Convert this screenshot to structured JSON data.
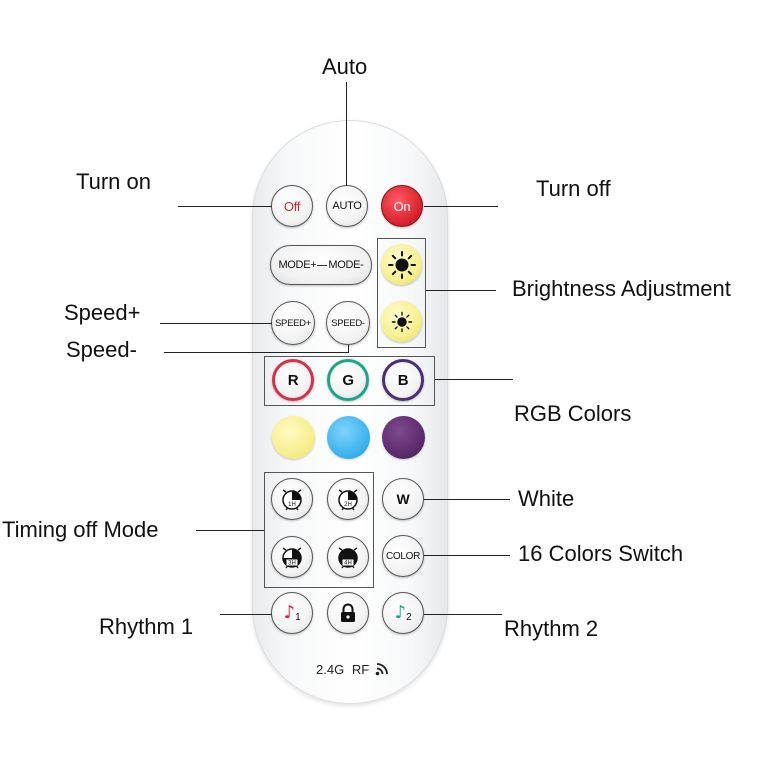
{
  "callouts": {
    "auto": "Auto",
    "turn_on": "Turn on",
    "turn_off": "Turn off",
    "brightness": "Brightness Adjustment",
    "speed_plus": "Speed+",
    "speed_minus": "Speed-",
    "rgb": "RGB Colors",
    "white": "White",
    "timing": "Timing off Mode",
    "colors_switch": "16 Colors Switch",
    "rhythm1": "Rhythm 1",
    "rhythm2": "Rhythm 2"
  },
  "remote": {
    "off_label": "Off",
    "auto_label": "AUTO",
    "on_label": "On",
    "mode_plus_label": "MODE+",
    "mode_minus_label": "MODE-",
    "speed_plus_label": "SPEED+",
    "speed_minus_label": "SPEED-",
    "r_label": "R",
    "g_label": "G",
    "b_label": "B",
    "w_label": "W",
    "color_label": "COLOR",
    "timer_labels": [
      "1H",
      "2H",
      "3H",
      "4H"
    ],
    "rhythm1_sub": "1",
    "rhythm2_sub": "2",
    "footer_band": "2.4G",
    "footer_rf": "RF"
  },
  "colors": {
    "red_button": "#d9232e",
    "off_text": "#e0252f",
    "r_ring": "#d9304a",
    "g_ring": "#1aa888",
    "b_ring": "#4a2d7c",
    "yellow": "#f7ec8a",
    "sky_blue": "#3ab3ee",
    "purple": "#5b2a6b",
    "sun_bg": "#f6ef8c",
    "note_red": "#d8203a",
    "note_teal": "#14a58a"
  }
}
